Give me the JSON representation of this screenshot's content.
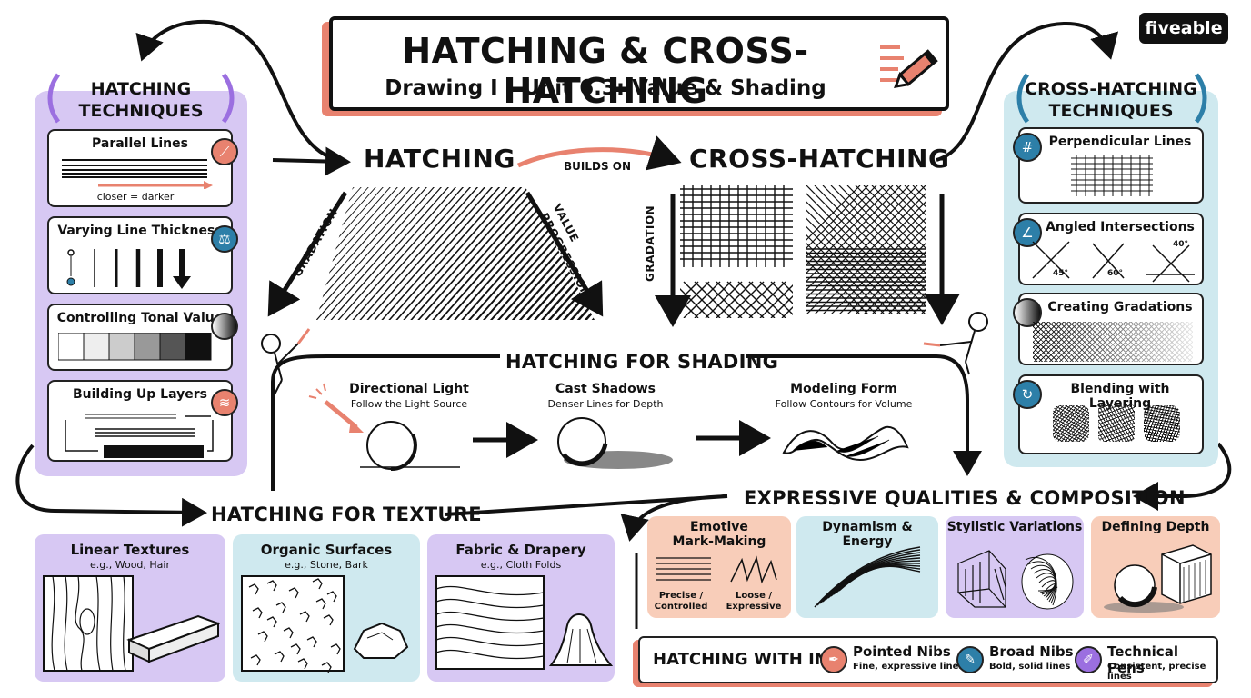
{
  "title": {
    "main": "HATCHING & CROSS-HATCHING",
    "subtitle": "Drawing I – Unit 6.3: Value & Shading"
  },
  "brand": "fiveable",
  "left_panel": {
    "title_line1": "HATCHING",
    "title_line2": "TECHNIQUES",
    "cards": [
      {
        "label": "Parallel Lines",
        "note": "closer = darker",
        "icon": "ruler-icon"
      },
      {
        "label": "Varying Line Thickness",
        "icon": "weight-icon"
      },
      {
        "label": "Controlling Tonal Value",
        "icon": "gradient-icon"
      },
      {
        "label": "Building Up Layers",
        "icon": "layers-icon"
      }
    ]
  },
  "right_panel": {
    "title_line1": "CROSS-HATCHING",
    "title_line2": "TECHNIQUES",
    "cards": [
      {
        "label": "Perpendicular Lines",
        "icon": "grid-icon"
      },
      {
        "label": "Angled Intersections",
        "icon": "angle-icon",
        "angles": [
          "45°",
          "60°",
          "40°"
        ]
      },
      {
        "label": "Creating Gradations",
        "icon": "gradient-icon"
      },
      {
        "label": "Blending with Layering",
        "icon": "cycle-icon"
      }
    ]
  },
  "center": {
    "hatching": "HATCHING",
    "builds_on": "BUILDS ON",
    "cross_hatching": "CROSS-HATCHING",
    "gradation_left": "GRADATION",
    "value_progression_1": "VALUE",
    "value_progression_2": "PROGRESSION",
    "gradation_right": "GRADATION"
  },
  "shading": {
    "title": "HATCHING FOR SHADING",
    "steps": [
      {
        "title": "Directional Light",
        "sub": "Follow the Light Source"
      },
      {
        "title": "Cast Shadows",
        "sub": "Denser Lines for Depth"
      },
      {
        "title": "Modeling Form",
        "sub": "Follow Contours for Volume"
      }
    ]
  },
  "texture": {
    "title": "HATCHING FOR TEXTURE",
    "tiles": [
      {
        "title": "Linear Textures",
        "sub": "e.g., Wood, Hair"
      },
      {
        "title": "Organic Surfaces",
        "sub": "e.g., Stone, Bark"
      },
      {
        "title": "Fabric & Drapery",
        "sub": "e.g., Cloth Folds"
      }
    ]
  },
  "expressive": {
    "title": "EXPRESSIVE QUALITIES & COMPOSITION",
    "tiles": [
      {
        "title": "Emotive",
        "title2": "Mark-Making",
        "left": "Precise /",
        "left2": "Controlled",
        "right": "Loose /",
        "right2": "Expressive"
      },
      {
        "title": "Dynamism & Energy"
      },
      {
        "title": "Stylistic Variations"
      },
      {
        "title": "Defining Depth"
      }
    ]
  },
  "ink": {
    "title": "HATCHING WITH INK",
    "items": [
      {
        "name": "Pointed Nibs",
        "desc": "Fine, expressive lines",
        "color": "#e8826f"
      },
      {
        "name": "Broad Nibs",
        "desc": "Bold, solid lines",
        "color": "#2d7fa8"
      },
      {
        "name": "Technical Pens",
        "desc": "Consistent, precise lines",
        "color": "#9b7be0"
      }
    ]
  },
  "colors": {
    "coral": "#e8826f",
    "lavender": "#d7c8f3",
    "teal_light": "#cfe9ef",
    "peach": "#f8cdb9",
    "blue": "#2d7fa8",
    "purple": "#9b6fe0"
  }
}
